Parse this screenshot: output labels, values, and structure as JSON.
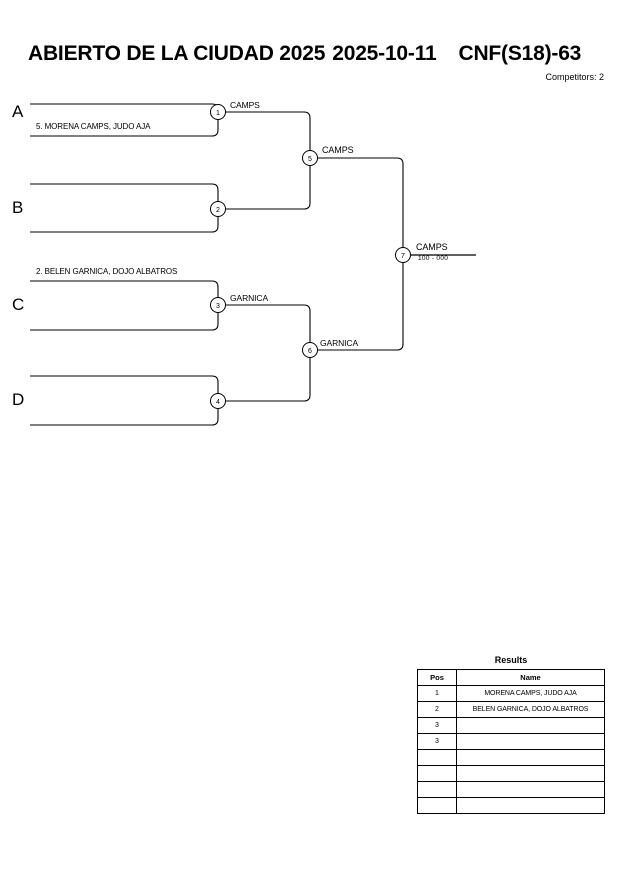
{
  "header": {
    "tournament": "ABIERTO DE LA CIUDAD 2025",
    "date": "2025-10-11",
    "category": "CNF(S18)-63",
    "competitors": "Competitors: 2"
  },
  "bracket": {
    "pools": [
      {
        "label": "A"
      },
      {
        "label": "B"
      },
      {
        "label": "C"
      },
      {
        "label": "D"
      }
    ],
    "entrants": [
      {
        "text": "5. MORENA CAMPS, JUDO AJA",
        "pool": "A"
      },
      {
        "text": "2. BELEN GARNICA, DOJO ALBATROS",
        "pool": "C"
      }
    ],
    "matches": [
      {
        "number": "1",
        "winner": "CAMPS"
      },
      {
        "number": "2",
        "winner": ""
      },
      {
        "number": "3",
        "winner": "GARNICA"
      },
      {
        "number": "4",
        "winner": ""
      },
      {
        "number": "5",
        "winner": "CAMPS"
      },
      {
        "number": "6",
        "winner": "GARNICA"
      },
      {
        "number": "7",
        "winner": "CAMPS",
        "score": "100 - 000"
      }
    ]
  },
  "results": {
    "title": "Results",
    "columns": [
      "Pos",
      "Name"
    ],
    "rows": [
      {
        "pos": "1",
        "name": "MORENA CAMPS, JUDO AJA"
      },
      {
        "pos": "2",
        "name": "BELEN GARNICA, DOJO ALBATROS"
      },
      {
        "pos": "3",
        "name": ""
      },
      {
        "pos": "3",
        "name": ""
      },
      {
        "pos": "",
        "name": ""
      },
      {
        "pos": "",
        "name": ""
      },
      {
        "pos": "",
        "name": ""
      },
      {
        "pos": "",
        "name": ""
      }
    ]
  }
}
